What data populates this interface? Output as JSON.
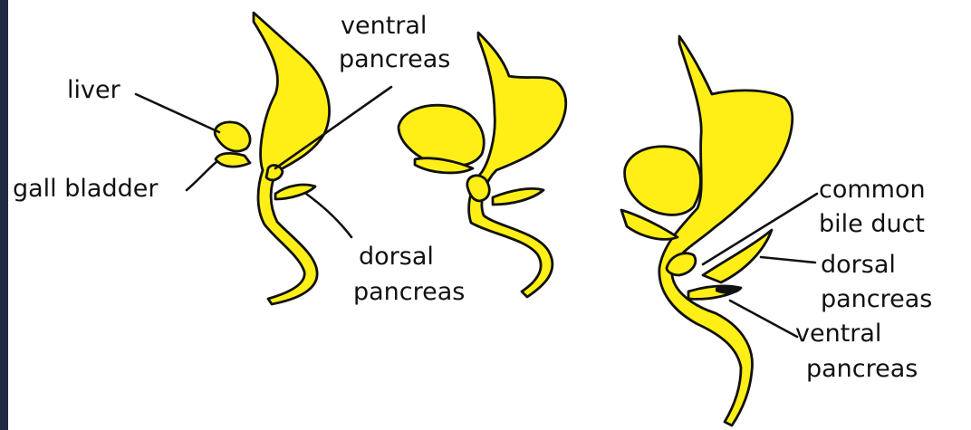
{
  "colors": {
    "organ_fill": "#ffef16",
    "outline": "#111111",
    "background": "#ffffff",
    "edge_band": "#1f2b44"
  },
  "labels": {
    "stage1": {
      "liver": "liver",
      "gall_bladder": "gall bladder",
      "ventral_pancreas_l1": "ventral",
      "ventral_pancreas_l2": "pancreas",
      "dorsal_pancreas_l1": "dorsal",
      "dorsal_pancreas_l2": "pancreas"
    },
    "stage3": {
      "common_bile_duct_l1": "common",
      "common_bile_duct_l2": "bile duct",
      "dorsal_pancreas_l1": "dorsal",
      "dorsal_pancreas_l2": "pancreas",
      "ventral_pancreas_l1": "ventral",
      "ventral_pancreas_l2": "pancreas"
    }
  }
}
